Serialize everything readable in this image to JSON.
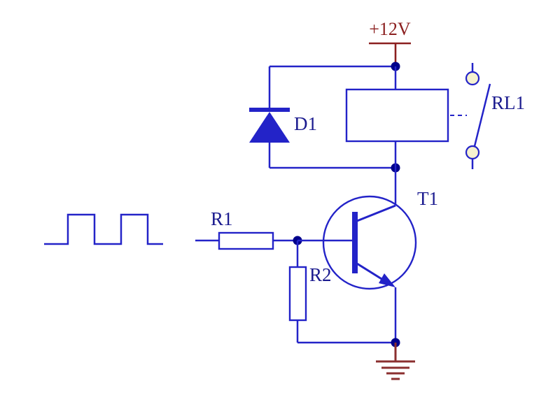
{
  "diagram": {
    "type": "circuit-schematic",
    "description": "Transistor relay driver with flyback diode and square-wave input"
  },
  "labels": {
    "supply": "+12V",
    "diode": "D1",
    "relay": "RL1",
    "transistor": "T1",
    "resistor1": "R1",
    "resistor2": "R2"
  },
  "colors": {
    "wire": "#2323c8",
    "label": "#1b1b8f",
    "supply": "#8b1f1f",
    "ground": "#8b2f2f",
    "contact_fill": "#f6f2cf",
    "junction": "#00008b",
    "bg": "#ffffff"
  }
}
